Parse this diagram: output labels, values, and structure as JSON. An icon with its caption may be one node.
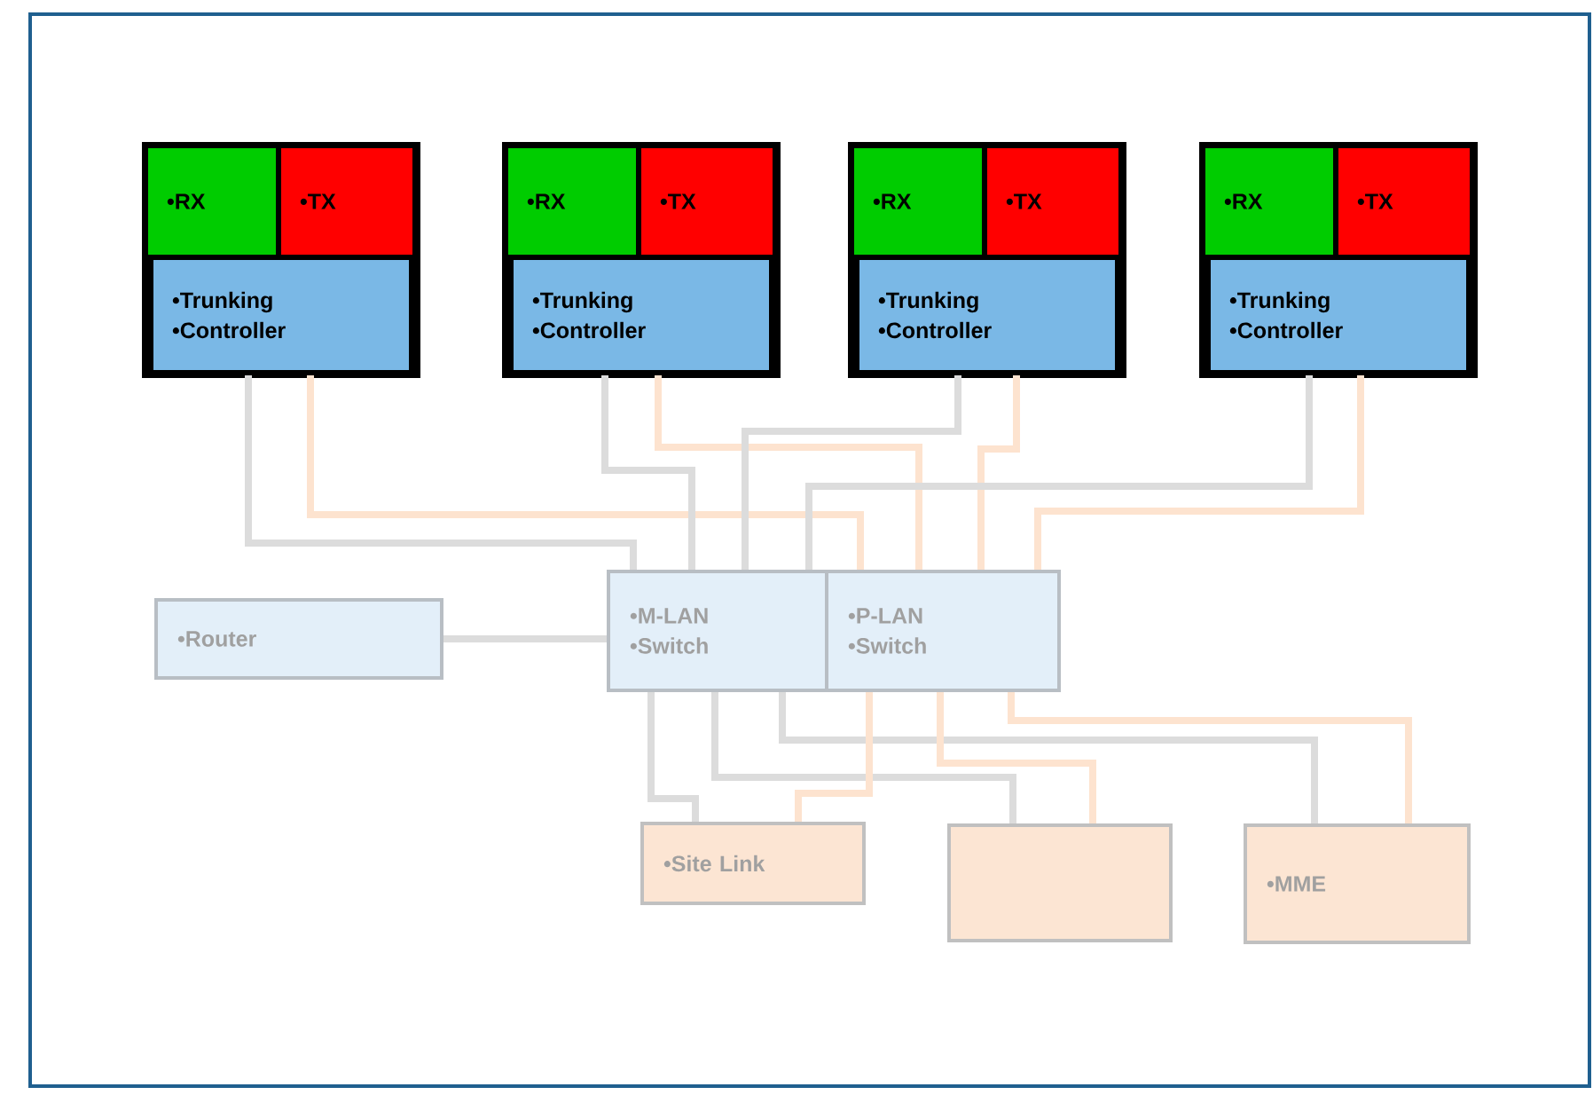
{
  "diagram": {
    "nodes": [
      {
        "text": [
          "•RX"
        ]
      },
      {
        "text": [
          "•TX"
        ]
      },
      {
        "text": [
          "•Trunking",
          "•Controller"
        ]
      },
      {
        "text": [
          "•RX"
        ]
      },
      {
        "text": [
          "•TX"
        ]
      },
      {
        "text": [
          "•Trunking",
          "•Controller"
        ]
      },
      {
        "text": [
          "•RX"
        ]
      },
      {
        "text": [
          "•TX"
        ]
      },
      {
        "text": [
          "•Trunking",
          "•Controller"
        ]
      },
      {
        "text": [
          "•RX"
        ]
      },
      {
        "text": [
          "•TX"
        ]
      },
      {
        "text": [
          "•Trunking",
          "•Controller"
        ]
      },
      {
        "text": [
          "•Router"
        ]
      },
      {
        "text": [
          "•M-LAN",
          "•Switch"
        ]
      },
      {
        "text": [
          "•P-LAN",
          "•Switch"
        ]
      },
      {
        "text": [
          "•Site Link"
        ]
      },
      {
        "text": [],
        "shape": "box"
      },
      {
        "text": [
          "•MME"
        ]
      }
    ],
    "edges": [
      {
        "from": 2,
        "to": 13,
        "arrow": "none"
      },
      {
        "from": 2,
        "to": 14,
        "arrow": "none",
        "color": "#fde3cf"
      },
      {
        "from": 5,
        "to": 13,
        "arrow": "none"
      },
      {
        "from": 5,
        "to": 14,
        "arrow": "none",
        "color": "#fde3cf"
      },
      {
        "from": 8,
        "to": 13,
        "arrow": "none"
      },
      {
        "from": 8,
        "to": 14,
        "arrow": "none",
        "color": "#fde3cf"
      },
      {
        "from": 11,
        "to": 13,
        "arrow": "none"
      },
      {
        "from": 11,
        "to": 14,
        "arrow": "none",
        "color": "#fde3cf"
      },
      {
        "from": 12,
        "to": 13,
        "arrow": "none"
      },
      {
        "from": 13,
        "to": 15,
        "arrow": "none"
      },
      {
        "from": 13,
        "to": 16,
        "arrow": "none"
      },
      {
        "from": 13,
        "to": 17,
        "arrow": "none"
      },
      {
        "from": 14,
        "to": 15,
        "arrow": "none",
        "color": "#fde3cf"
      },
      {
        "from": 14,
        "to": 16,
        "arrow": "none",
        "color": "#fde3cf"
      },
      {
        "from": 14,
        "to": 17,
        "arrow": "none",
        "color": "#fde3cf"
      }
    ]
  }
}
